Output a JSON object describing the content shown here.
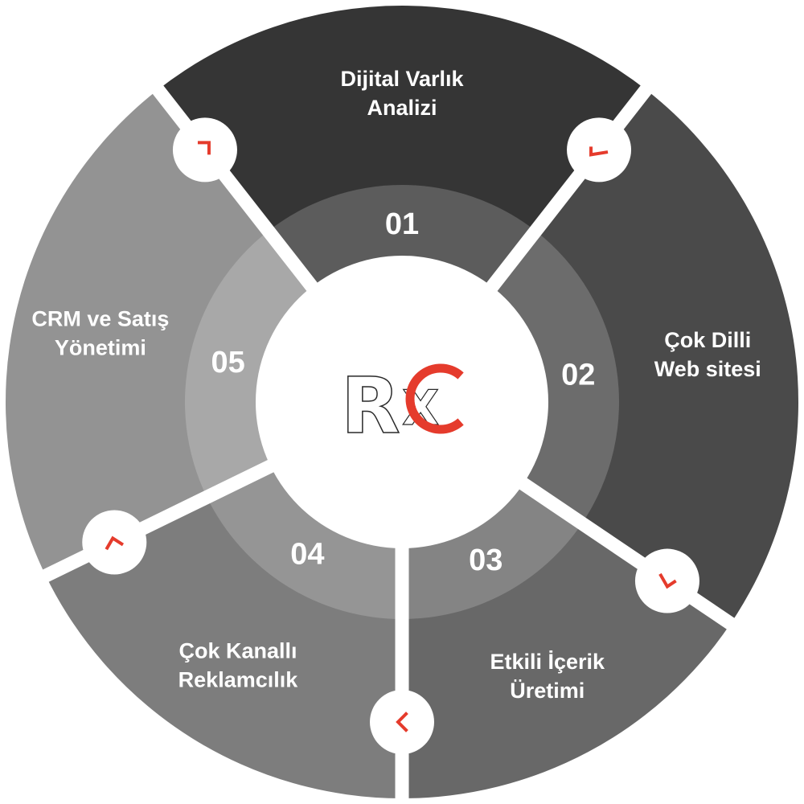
{
  "colors": {
    "background": "#ffffff",
    "divider": "#ffffff",
    "accent": "#e53b2c",
    "center": "#ffffff"
  },
  "logo": {
    "letters": "RX",
    "letter_r": "R",
    "letter_x": "X",
    "accent_color": "#e53b2c"
  },
  "segments": [
    {
      "number": "01",
      "lines": [
        "Dijital Varlık",
        "Analizi"
      ],
      "color": "#353535",
      "ring_color": "#5c5c5c"
    },
    {
      "number": "02",
      "lines": [
        "Çok Dilli",
        "Web sitesi"
      ],
      "color": "#4a4a4a",
      "ring_color": "#6c6c6c"
    },
    {
      "number": "03",
      "lines": [
        "Etkili İçerik",
        "Üretimi"
      ],
      "color": "#686868",
      "ring_color": "#848484"
    },
    {
      "number": "04",
      "lines": [
        "Çok Kanallı",
        "Reklamcılık"
      ],
      "color": "#7d7d7d",
      "ring_color": "#959595"
    },
    {
      "number": "05",
      "lines": [
        "CRM ve Satış",
        "Yönetimi"
      ],
      "color": "#939393",
      "ring_color": "#a8a8a8"
    }
  ],
  "connectors": [
    {
      "icon": "chevron-right-icon",
      "direction": "right"
    },
    {
      "icon": "chevron-down-icon",
      "direction": "down"
    },
    {
      "icon": "chevron-down-left-icon",
      "direction": "down-left"
    },
    {
      "icon": "chevron-left-icon",
      "direction": "left"
    },
    {
      "icon": "chevron-up-icon",
      "direction": "up"
    }
  ]
}
